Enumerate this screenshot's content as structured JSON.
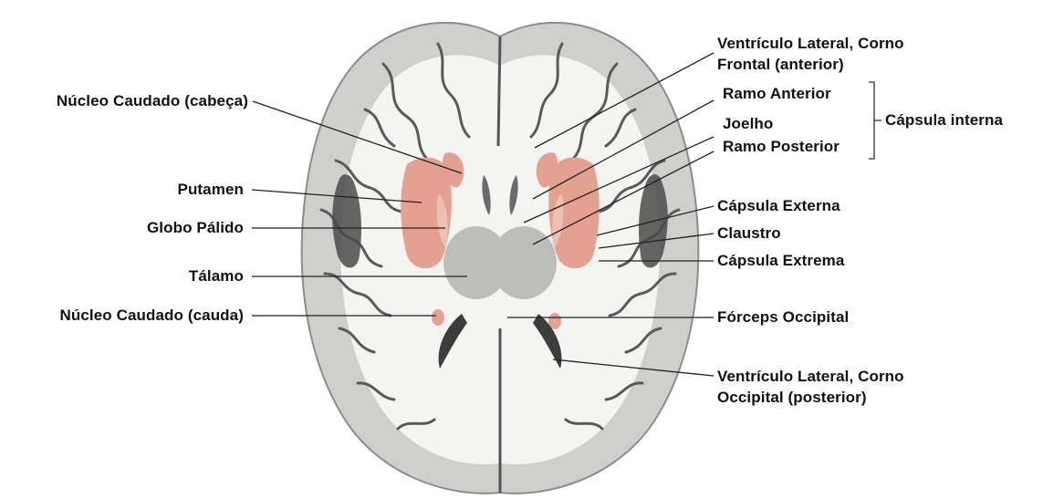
{
  "labels": {
    "caudate_head": "Núcleo Caudado (cabeça)",
    "putamen": "Putamen",
    "globus_pallidus": "Globo Pálido",
    "thalamus": "Tálamo",
    "caudate_tail": "Núcleo Caudado (cauda)",
    "frontal_horn_line1": "Ventrículo Lateral, Corno",
    "frontal_horn_line2": "Frontal (anterior)",
    "anterior_limb": "Ramo Anterior",
    "genu": "Joelho",
    "posterior_limb": "Ramo Posterior",
    "internal_capsule": "Cápsula interna",
    "external_capsule": "Cápsula Externa",
    "claustrum": "Claustro",
    "extreme_capsule": "Cápsula Extrema",
    "forceps_occipital": "Fórceps Occipital",
    "occipital_horn_line1": "Ventrículo Lateral, Corno",
    "occipital_horn_line2": "Occipital (posterior)"
  },
  "colors": {
    "white_matter": "#f4f4f2",
    "gray_matter": "#cfcfcd",
    "sulcus_dark": "#4a4a4a",
    "basal_ganglia": "#e4a191",
    "thalamus": "#bdbdbb",
    "label_text": "#111111",
    "leader_line": "#222222"
  }
}
